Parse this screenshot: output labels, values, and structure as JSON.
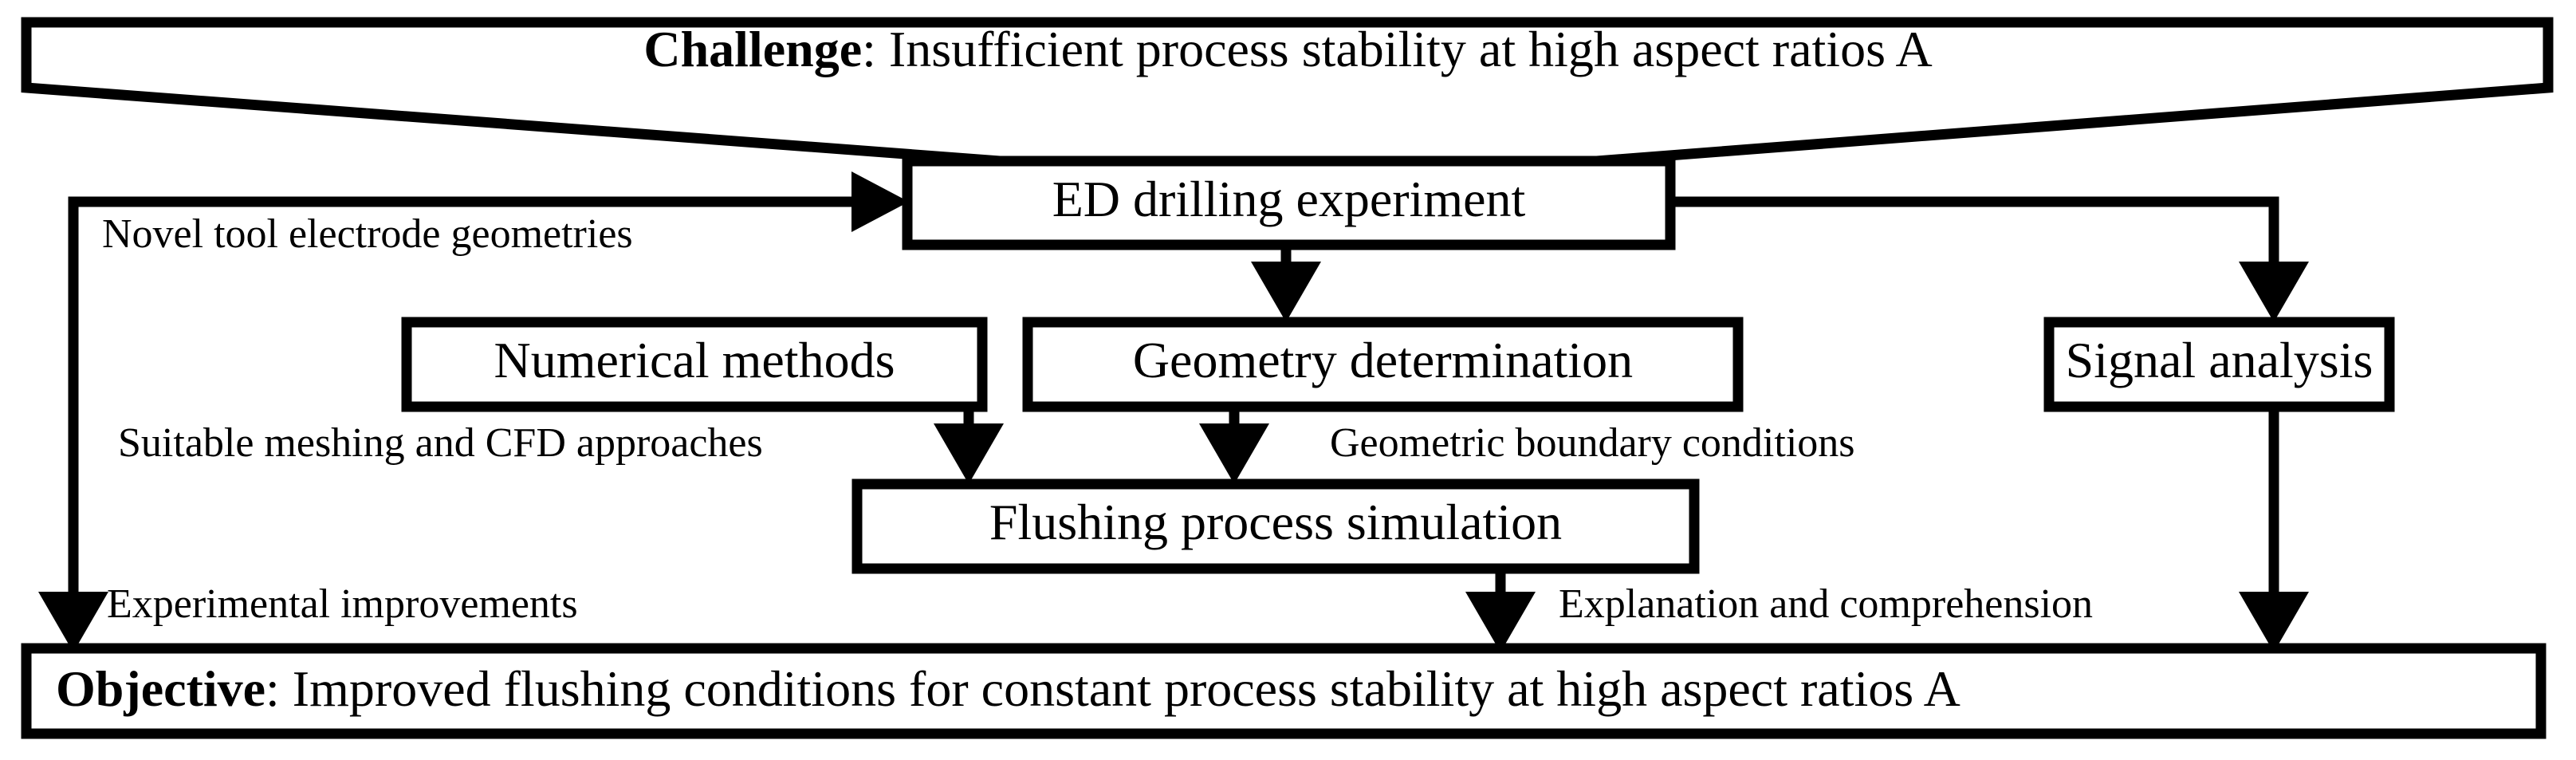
{
  "diagram": {
    "title": "Research approach flow chart for ED drilling flushing",
    "colors": {
      "stroke": "#000000",
      "fill": "#ffffff",
      "text": "#000000"
    },
    "challenge_banner": {
      "label_strong": "Challenge",
      "label_rest": ": Insufficient process stability at high aspect ratios A"
    },
    "objective_banner": {
      "label_strong": "Objective",
      "label_rest": ": Improved flushing conditions for constant process stability at high aspect ratios A"
    },
    "nodes": [
      {
        "id": "ed-drilling-experiment",
        "label": "ED drilling experiment"
      },
      {
        "id": "numerical-methods",
        "label": "Numerical methods"
      },
      {
        "id": "geometry-determination",
        "label": "Geometry determination"
      },
      {
        "id": "signal-analysis",
        "label": "Signal analysis"
      },
      {
        "id": "flushing-process-simulation",
        "label": "Flushing process simulation"
      }
    ],
    "edge_labels": [
      {
        "id": "novel-tool-electrode-geometries",
        "label": "Novel tool electrode geometries"
      },
      {
        "id": "suitable-meshing-and-cfd-approaches",
        "label": "Suitable meshing and CFD approaches"
      },
      {
        "id": "geometric-boundary-conditions",
        "label": "Geometric boundary conditions"
      },
      {
        "id": "experimental-improvements",
        "label": "Experimental improvements"
      },
      {
        "id": "explanation-and-comprehension",
        "label": "Explanation and comprehension"
      }
    ]
  }
}
